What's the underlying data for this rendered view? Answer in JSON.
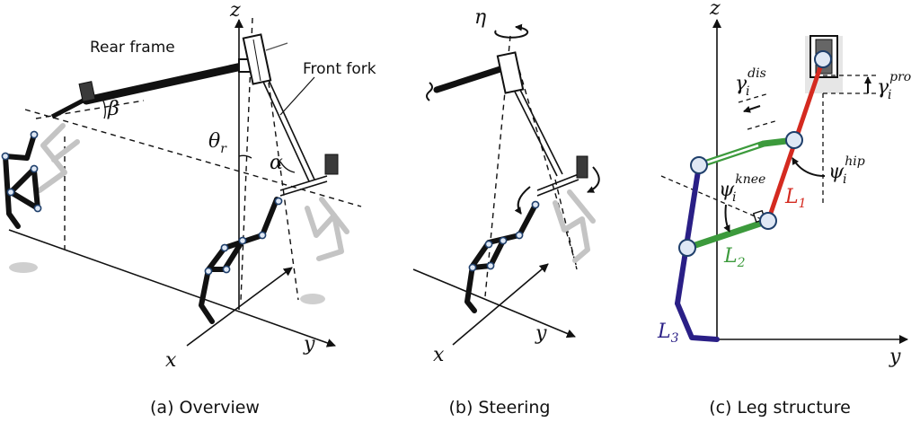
{
  "captions": {
    "a": "(a) Overview",
    "b": "(b) Steering",
    "c": "(c) Leg structure"
  },
  "panel_a": {
    "rear_frame": "Rear frame",
    "front_fork": "Front fork",
    "beta": "β",
    "theta_r": "θ",
    "theta_r_sub": "r",
    "alpha": "α",
    "axis_z": "z",
    "axis_x": "x",
    "axis_y": "y"
  },
  "panel_b": {
    "eta": "η",
    "axis_x": "x",
    "axis_y": "y"
  },
  "panel_c": {
    "axis_z": "z",
    "axis_y": "y",
    "gamma_dis": "γ",
    "gamma_dis_sub": "i",
    "gamma_dis_sup": "dis",
    "gamma_pro": "γ",
    "gamma_pro_sub": "i",
    "gamma_pro_sup": "pro",
    "psi_hip": "ψ",
    "psi_hip_sub": "i",
    "psi_hip_sup": "hip",
    "psi_knee": "ψ",
    "psi_knee_sub": "i",
    "psi_knee_sup": "knee",
    "L1": "L",
    "L1_sub": "1",
    "L2": "L",
    "L2_sub": "2",
    "L3": "L",
    "L3_sub": "3"
  },
  "colors": {
    "link_red": "#d42a20",
    "link_green": "#3c9a3c",
    "link_blue": "#2a1f86",
    "joint_fill": "#dfe8f5",
    "joint_stroke": "#1f3f6b",
    "leg_gray": "#c4c4c4"
  }
}
